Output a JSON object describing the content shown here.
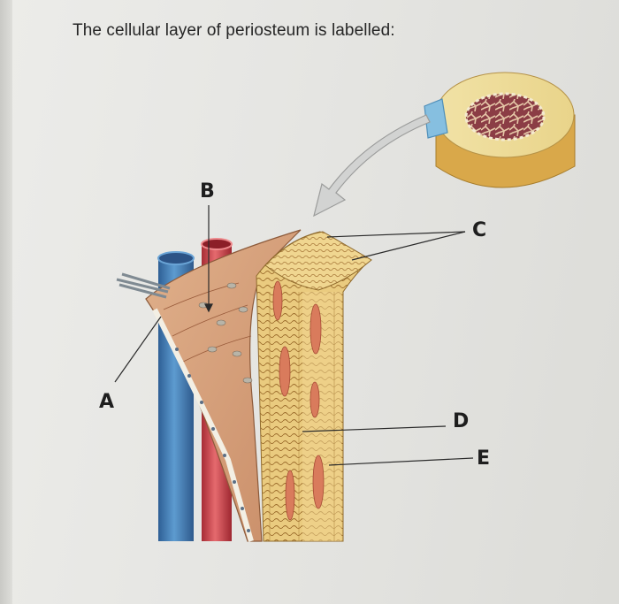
{
  "question": {
    "text": "The cellular layer of periosteum is labelled:"
  },
  "labels": {
    "a": "A",
    "b": "B",
    "c": "C",
    "d": "D",
    "e": "E"
  }
}
